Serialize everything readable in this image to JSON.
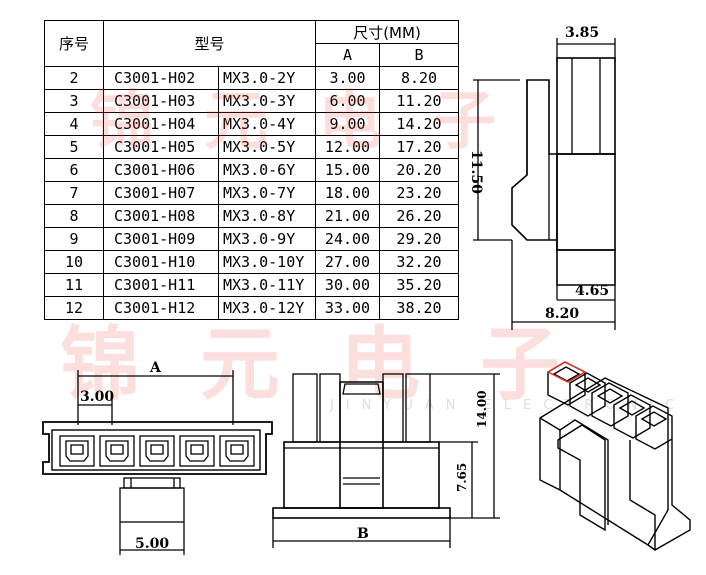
{
  "table": {
    "headers": {
      "no": "序号",
      "model": "型号",
      "size": "尺寸(MM)",
      "a": "A",
      "b": "B"
    },
    "rows": [
      {
        "no": "2",
        "part": "C3001-H02",
        "alt": "MX3.0-2Y",
        "a": "3.00",
        "b": "8.20"
      },
      {
        "no": "3",
        "part": "C3001-H03",
        "alt": "MX3.0-3Y",
        "a": "6.00",
        "b": "11.20"
      },
      {
        "no": "4",
        "part": "C3001-H04",
        "alt": "MX3.0-4Y",
        "a": "9.00",
        "b": "14.20"
      },
      {
        "no": "5",
        "part": "C3001-H05",
        "alt": "MX3.0-5Y",
        "a": "12.00",
        "b": "17.20"
      },
      {
        "no": "6",
        "part": "C3001-H06",
        "alt": "MX3.0-6Y",
        "a": "15.00",
        "b": "20.20"
      },
      {
        "no": "7",
        "part": "C3001-H07",
        "alt": "MX3.0-7Y",
        "a": "18.00",
        "b": "23.20"
      },
      {
        "no": "8",
        "part": "C3001-H08",
        "alt": "MX3.0-8Y",
        "a": "21.00",
        "b": "26.20"
      },
      {
        "no": "9",
        "part": "C3001-H09",
        "alt": "MX3.0-9Y",
        "a": "24.00",
        "b": "29.20"
      },
      {
        "no": "10",
        "part": "C3001-H10",
        "alt": "MX3.0-10Y",
        "a": "27.00",
        "b": "32.20"
      },
      {
        "no": "11",
        "part": "C3001-H11",
        "alt": "MX3.0-11Y",
        "a": "30.00",
        "b": "35.20"
      },
      {
        "no": "12",
        "part": "C3001-H12",
        "alt": "MX3.0-12Y",
        "a": "33.00",
        "b": "38.20"
      }
    ]
  },
  "side_view": {
    "width_top": "3.85",
    "height": "11.50",
    "foot": "4.65",
    "total": "8.20"
  },
  "front_view": {
    "label_a": "A",
    "pitch": "3.00",
    "tab": "5.00"
  },
  "rear_view": {
    "label_b": "B",
    "height_total": "14.00",
    "height_body": "7.65"
  },
  "watermark": {
    "cjk_top": "锦元电子",
    "cjk_bottom": "锦元电子",
    "latin": "JINYUAN ELECTRONIC"
  },
  "colors": {
    "line": "#000000",
    "watermark": "#f0503c"
  }
}
